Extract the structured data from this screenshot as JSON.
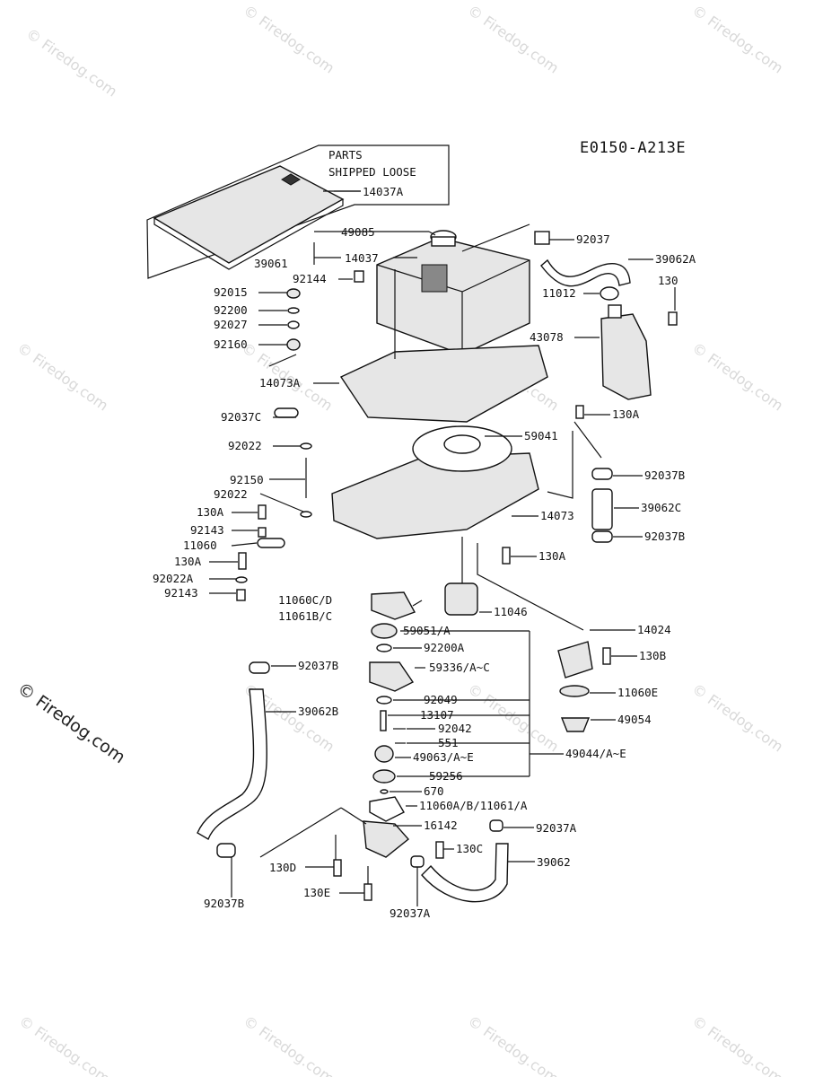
{
  "diagram_code": "E0150-A213E",
  "loose_note": [
    "PARTS",
    "SHIPPED LOOSE"
  ],
  "watermark": "© Firedog.com",
  "parts": {
    "p14037A": "14037A",
    "p49085": "49085",
    "p14037": "14037",
    "p39061": "39061",
    "p92144": "92144",
    "p92015": "92015",
    "p92200": "92200",
    "p92027": "92027",
    "p92160": "92160",
    "p14073A": "14073A",
    "p92037C": "92037C",
    "p92022a": "92022",
    "p92150": "92150",
    "p92022b": "92022",
    "p130A_l": "130A",
    "p92143a": "92143",
    "p11060": "11060",
    "p130A_l2": "130A",
    "p92022A": "92022A",
    "p92143b": "92143",
    "p11060CD": "11060C/D",
    "p11061BC": "11061B/C",
    "p59051A": "59051/A",
    "p92200A": "92200A",
    "p59336": "59336/A~C",
    "p92049": "92049",
    "p13107": "13107",
    "p92042": "92042",
    "p551": "551",
    "p49063": "49063/A~E",
    "p49044": "49044/A~E",
    "p59256": "59256",
    "p670": "670",
    "p11060A": "11060A/B/11061/A",
    "p16142": "16142",
    "p92037B_l": "92037B",
    "p39062B": "39062B",
    "p92037B_b": "92037B",
    "p130D": "130D",
    "p130E": "130E",
    "p92037A_b": "92037A",
    "p130C": "130C",
    "p92037A_r": "92037A",
    "p39062": "39062",
    "p92037": "92037",
    "p39062A": "39062A",
    "p130": "130",
    "p11012": "11012",
    "p43078": "43078",
    "p130A_r": "130A",
    "p59041": "59041",
    "p92037B_r1": "92037B",
    "p39062C": "39062C",
    "p14073": "14073",
    "p92037B_r2": "92037B",
    "p130A_r2": "130A",
    "p11046": "11046",
    "p14024": "14024",
    "p130B": "130B",
    "p11060E": "11060E",
    "p49054": "49054"
  }
}
